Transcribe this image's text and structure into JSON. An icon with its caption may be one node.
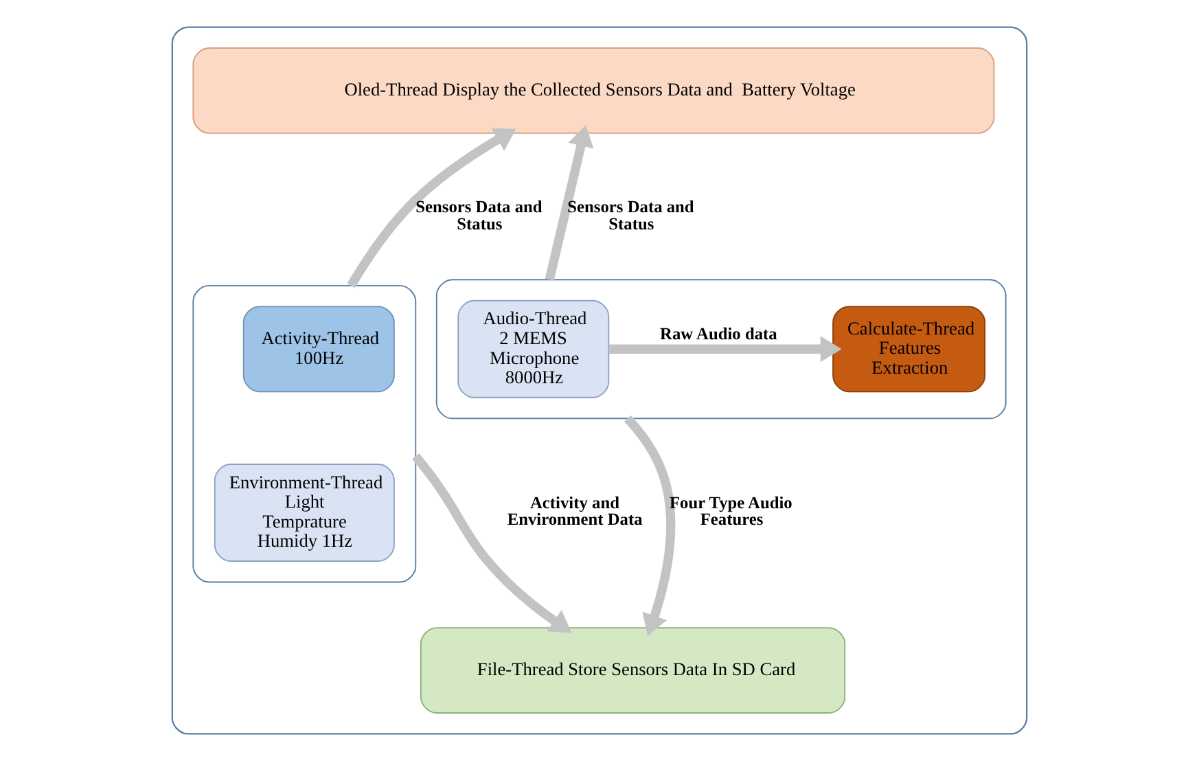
{
  "diagram": {
    "nodes": [
      {
        "text": [],
        "shape": "box"
      },
      {
        "text": [
          "Oled-Thread Display the Collected Sensors Data and  Battery Voltage"
        ],
        "in": 0
      },
      {
        "text": [],
        "shape": "box",
        "in": 0
      },
      {
        "text": [
          "Activity-Thread 100Hz"
        ],
        "in": 2
      },
      {
        "text": [
          "Environment-Thread Light Temprature Humidy 1Hz"
        ],
        "in": 2
      },
      {
        "text": [],
        "shape": "box",
        "in": 0
      },
      {
        "text": [
          "Audio-Thread 2 MEMS Microphone 8000Hz"
        ],
        "in": 5
      },
      {
        "text": [
          "Calculate-Thread Features Extraction"
        ],
        "in": 5
      },
      {
        "text": [
          "File-Thread Store Sensors Data In SD Card"
        ],
        "in": 0
      }
    ],
    "edges": [
      {
        "from": 2,
        "to": 1,
        "arrow": "to",
        "label": "Sensors Data and Status"
      },
      {
        "from": 5,
        "to": 1,
        "arrow": "to",
        "label": "Sensors Data and Status"
      },
      {
        "from": 6,
        "to": 7,
        "arrow": "to",
        "label": "Raw Audio data"
      },
      {
        "from": 5,
        "to": 8,
        "arrow": "to",
        "label": "Four Type Audio Features"
      },
      {
        "from": 2,
        "to": 8,
        "arrow": "to",
        "label": "Activity and Environment Data"
      }
    ]
  }
}
